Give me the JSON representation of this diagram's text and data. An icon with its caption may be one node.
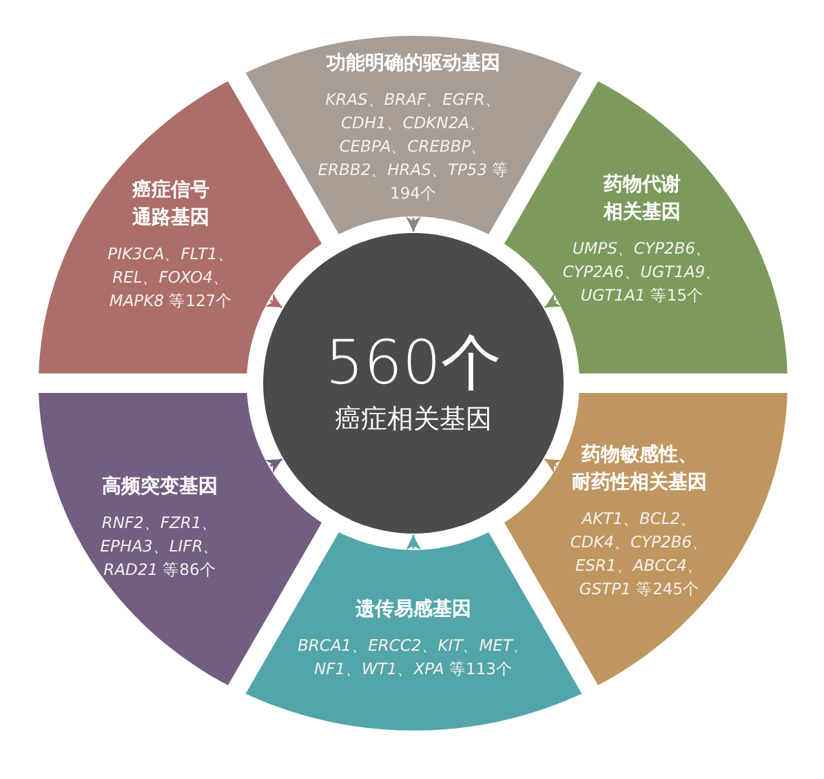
{
  "diagram": {
    "nodes": [
      {
        "text": [
          "560个",
          "癌症相关基因"
        ]
      },
      {
        "text": [
          "功能明确的驱动基因",
          "*KRAS、BRAF、EGFR、CDH1、CDKN2A、CEBPA、CREBBP、ERBB2、HRAS、TP53* 等194个"
        ]
      },
      {
        "text": [
          "药物代谢相关基因",
          "*UMPS、CYP2B6、CYP2A6、UGT1A9、UGT1A1* 等15个"
        ]
      },
      {
        "text": [
          "药物敏感性、耐药性相关基因",
          "*AKT1、BCL2、CDK4、CYP2B6、ESR1、ABCC4、GSTP1* 等245个"
        ]
      },
      {
        "text": [
          "遗传易感基因",
          "*BRCA1、ERCC2、KIT、MET、NF1、WT1、XPA* 等113个"
        ]
      },
      {
        "text": [
          "高频突变基因",
          "*RNF2、FZR1、EPHA3、LIFR、RAD21* 等86个"
        ]
      },
      {
        "text": [
          "癌症信号通路基因",
          "*PIK3CA、FLT1、REL、FOXO4、MAPK8* 等127个"
        ]
      }
    ],
    "edges": [
      {
        "from": 1,
        "to": 0,
        "arrow": "to",
        "color": "#8f837a"
      },
      {
        "from": 2,
        "to": 0,
        "arrow": "to",
        "color": "#7b9a5c"
      },
      {
        "from": 3,
        "to": 0,
        "arrow": "to",
        "color": "#b98f5f"
      },
      {
        "from": 4,
        "to": 0,
        "arrow": "to",
        "color": "#52a5a9"
      },
      {
        "from": 5,
        "to": 0,
        "arrow": "to",
        "color": "#735d80"
      },
      {
        "from": 6,
        "to": 0,
        "arrow": "to",
        "color": "#ac6e69"
      }
    ]
  }
}
